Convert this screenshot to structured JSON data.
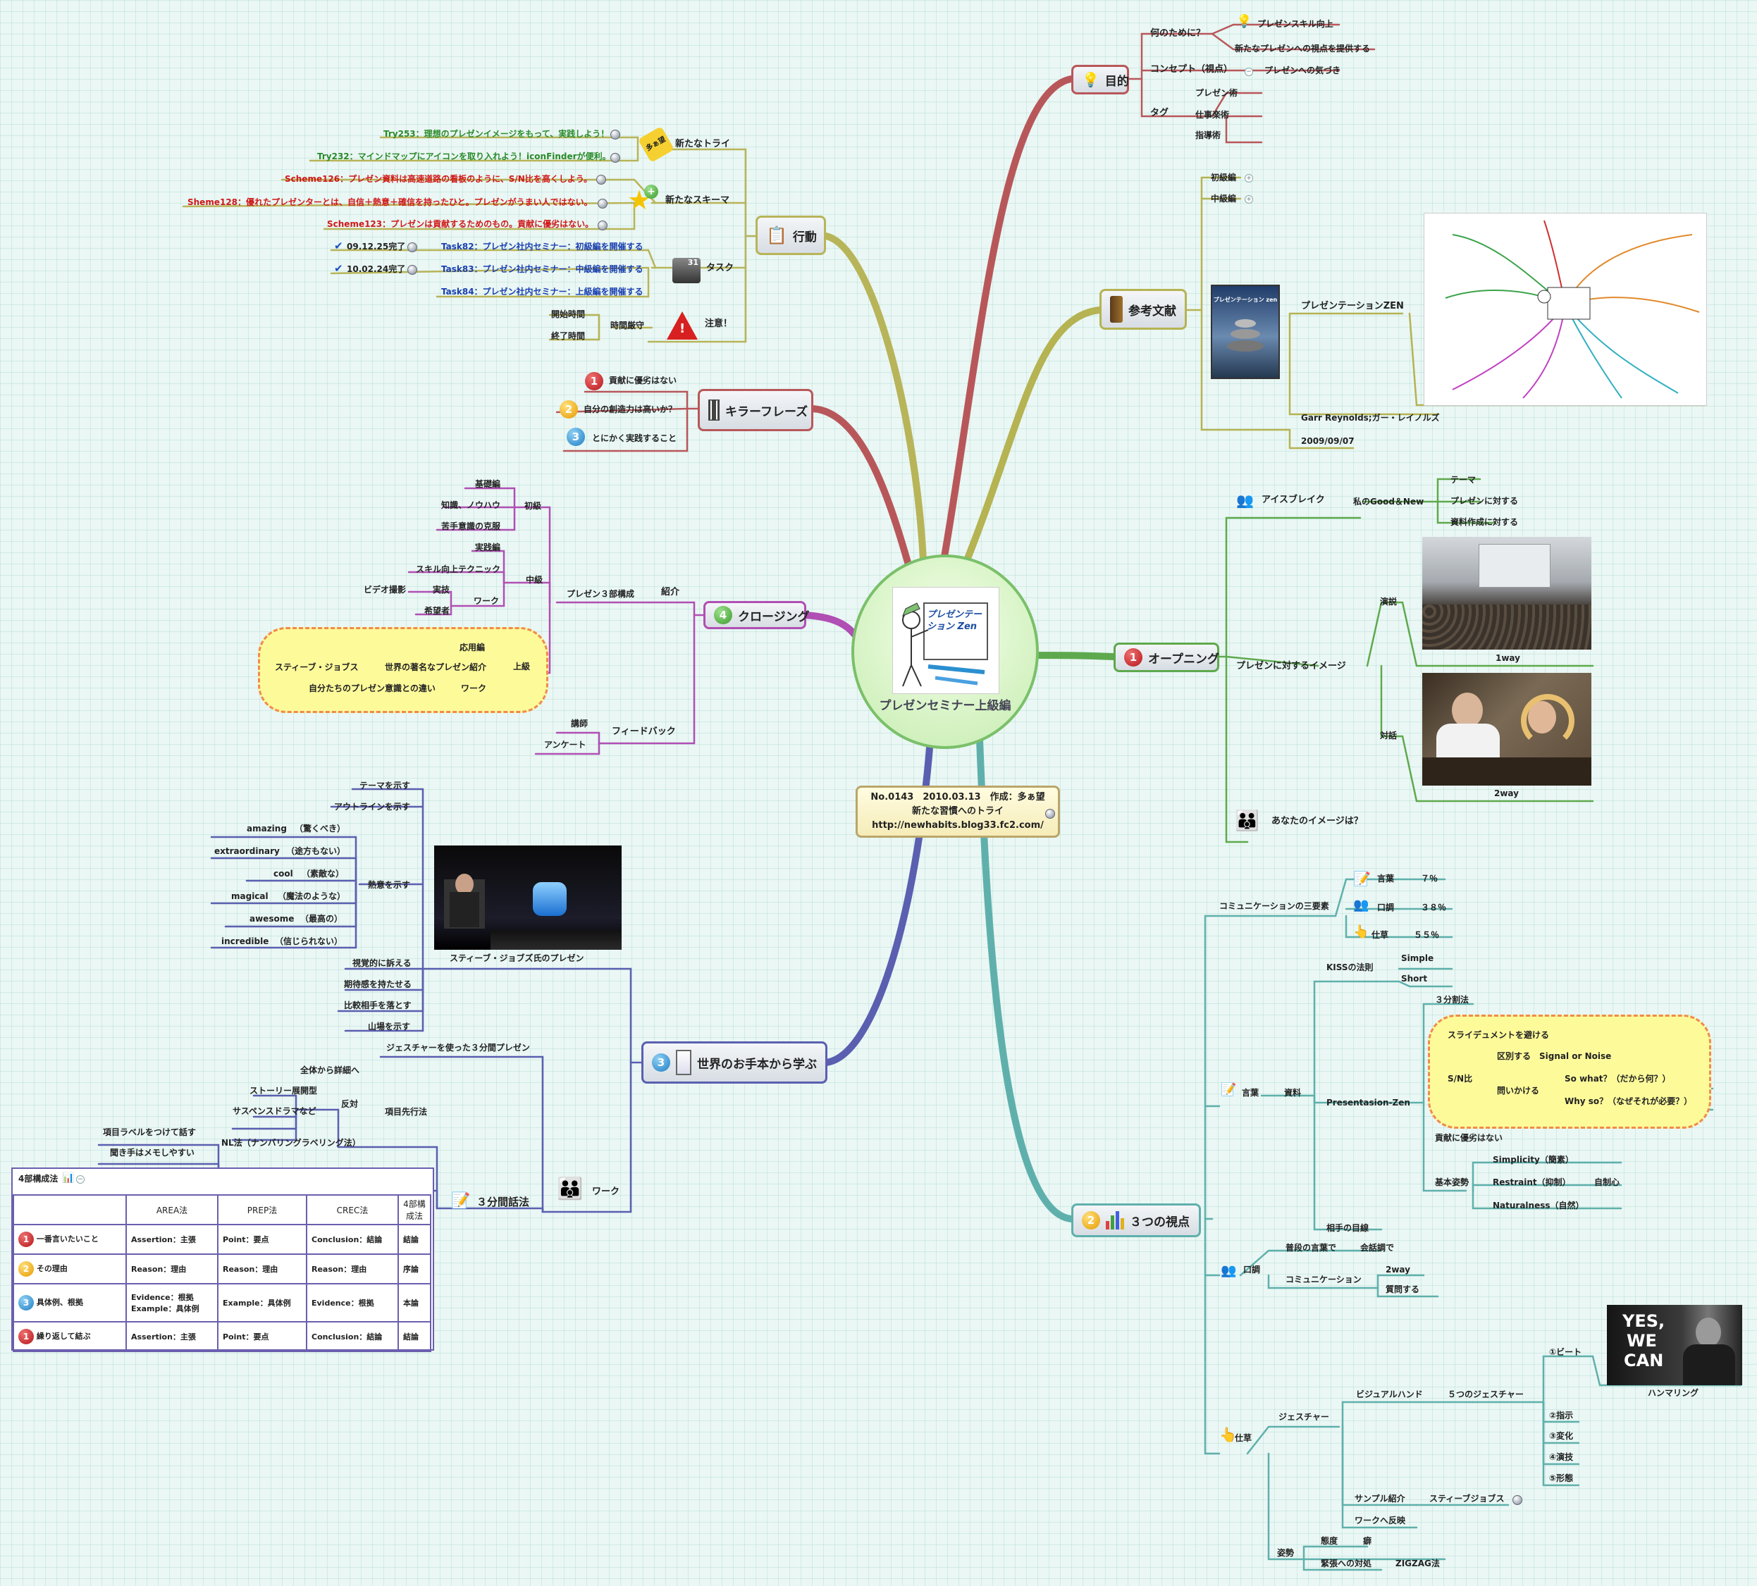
{
  "center": {
    "title": "プレゼンセミナー上級編",
    "image_text": "プレゼンテーション Zen"
  },
  "info_note": {
    "line1": "No.0143　2010.03.13　作成：多ぁ望",
    "line2": "新たな習慣へのトライ",
    "line3": "http://newhabits.blog33.fc2.com/"
  },
  "purpose": {
    "title": "目的",
    "why": "何のために？",
    "why_items": [
      "プレゼンスキル向上",
      "新たなプレゼンへの視点を提供する"
    ],
    "concept": "コンセプト（視点）",
    "concept_item": "プレゼンへの気づき",
    "tag": "タグ",
    "tag_items": [
      "プレゼン術",
      "仕事楽術",
      "指導術"
    ]
  },
  "references": {
    "title": "参考文献",
    "beginner": "初級編",
    "intermediate": "中級編",
    "book": "プレゼンテーションZEN",
    "author": "Garr Reynolds;ガー・レイノルズ",
    "date": "2009/09/07",
    "book_cover": "プレゼンテーション zen"
  },
  "opening": {
    "title": "オープニング",
    "icebreak": "アイスブレイク",
    "good_new": "私のGood＆New",
    "gn_items": [
      "テーマ",
      "プレゼンに対する",
      "資料作成に対する"
    ],
    "image": "プレゼンに対するイメージ",
    "speech": "演説",
    "oneway": "1way",
    "dialog": "対話",
    "twoway": "2way",
    "your_image": "あなたのイメージは？"
  },
  "three_views": {
    "title": "３つの視点",
    "comm_elements": "コミュニケーションの三要素",
    "words": "言葉",
    "words_pct": "７％",
    "tone": "口調",
    "tone_pct": "３８％",
    "gesture": "仕草",
    "gesture_pct": "５５％",
    "kotoba": "言葉",
    "material": "資料",
    "kiss": "KISSの法則",
    "simple": "Simple",
    "short": "Short",
    "three_min": "３分割法",
    "pzen": "Presentasion-Zen",
    "slide_doc": "スライデュメントを避ける",
    "distinguish": "区別する",
    "signal_noise": "Signal or Noise",
    "sn": "S/N比",
    "ask": "問いかける",
    "so_what": "So what？（だから何？）",
    "why_so": "Why so？（なぜそれが必要？）",
    "contribution": "貢献に優劣はない",
    "basic": "基本姿勢",
    "simplicity": "Simplicity（簡素）",
    "restraint": "Restraint（抑制）",
    "self_control": "自制心",
    "naturalness": "Naturalness（自然）",
    "eye_level": "相手の目線",
    "kucho": "口調",
    "usual_words": "普段の言葉で",
    "conversational": "会話調で",
    "communication": "コミュニケーション",
    "twoway": "2way",
    "question": "質問する",
    "shigusa": "仕草",
    "gesture_word": "ジェスチャー",
    "visual_hand": "ビジュアルハンド",
    "five_gestures": "５つのジェスチャー",
    "five_items": [
      "①ビート",
      "②指示",
      "③変化",
      "④演技",
      "⑤形態"
    ],
    "hammering": "ハンマリング",
    "yes_we_can": [
      "YES,",
      "WE",
      "CAN"
    ],
    "sample": "サンプル紹介",
    "jobs": "スティーブジョブス",
    "reflect": "ワークへ反映",
    "posture": "姿勢",
    "attitude": "態度",
    "habit": "癖",
    "nervous": "緊張への対処",
    "zigzag": "ZIGZAG法"
  },
  "action": {
    "title": "行動",
    "new_try": "新たなトライ",
    "try_items": [
      "Try253：理想のプレゼンイメージをもって、実践しよう！",
      "Try232：マインドマップにアイコンを取り入れよう！iconFinderが便利。"
    ],
    "new_scheme": "新たなスキーマ",
    "scheme_items": [
      "Scheme126：プレゼン資料は高速道路の看板のように、S/N比を高くしよう。",
      "Sheme128：優れたプレゼンターとは、自信＋熱意＋確信を持ったひと。プレゼンがうまい人ではない。",
      "Scheme123：プレゼンは貢献するためのもの。貢献に優劣はない。"
    ],
    "task": "タスク",
    "task_items": [
      {
        "done": "09.12.25完了",
        "text": "Task82：プレゼン社内セミナー：初級編を開催する"
      },
      {
        "done": "10.02.24完了",
        "text": "Task83：プレゼン社内セミナー：中級編を開催する"
      },
      {
        "done": "",
        "text": "Task84：プレゼン社内セミナー：上級編を開催する"
      }
    ],
    "caution": "注意！",
    "time_keep": "時間厳守",
    "start": "開始時間",
    "end": "終了時間",
    "badge": "多ぁ望"
  },
  "killer": {
    "title": "キラーフレーズ",
    "items": [
      "貢献に優劣はない",
      "自分の創造力は高いか？",
      "とにかく実践すること"
    ]
  },
  "closing": {
    "title": "クロージング",
    "intro": "紹介",
    "three_part": "プレゼン３部構成",
    "beginner": "初級",
    "beginner_items": [
      "基礎編",
      "知識、ノウハウ",
      "苦手意識の克服"
    ],
    "middle": "中級",
    "practice": "実践編",
    "skill": "スキル向上テクニック",
    "work": "ワーク",
    "acting": "実技",
    "video": "ビデオ撮影",
    "hope": "希望者",
    "advanced": "上級",
    "applied": "応用編",
    "famous": "世界の著名なプレゼン紹介",
    "jobs": "スティーブ・ジョブス",
    "work2": "ワーク",
    "own_diff": "自分たちのプレゼン意識との違い",
    "feedback": "フィードバック",
    "lecturer": "講師",
    "survey": "アンケート"
  },
  "world": {
    "title": "世界のお手本から学ぶ",
    "jobs_pres": "スティーブ・ジョブズ氏のプレゼン",
    "show_theme": "テーマを示す",
    "show_outline": "アウトラインを示す",
    "show_passion": "熱意を示す",
    "passion_words": [
      {
        "en": "amazing",
        "ja": "（驚くべき）"
      },
      {
        "en": "extraordinary",
        "ja": "（途方もない）"
      },
      {
        "en": "cool",
        "ja": "（素敵な）"
      },
      {
        "en": "magical",
        "ja": "（魔法のような）"
      },
      {
        "en": "awesome",
        "ja": "（最高の）"
      },
      {
        "en": "incredible",
        "ja": "（信じられない）"
      }
    ],
    "visual": "視覚的に訴える",
    "expect": "期待感を持たせる",
    "beat": "比較相手を落とす",
    "climax": "山場を示す",
    "work": "ワーク",
    "gesture_3min": "ジェスチャーを使った３分間プレゼン",
    "priority": "項目先行法",
    "detail": "全体から詳細へ",
    "oppose": "反対",
    "story": "ストーリー展開型",
    "suspense": "サスペンスドラマなど",
    "nl": "NL法（ナンバリングラベリング法）",
    "label": "項目ラベルをつけて話す",
    "memo": "聞き手はメモしやすい",
    "three_min": "３分間話法",
    "table_title": "4部構成法",
    "table_headers": [
      "",
      "AREA法",
      "PREP法",
      "CREC法",
      "4部構成法"
    ],
    "table_rows": [
      {
        "step": "一番言いたいこと",
        "area": "Assertion：主張",
        "prep": "Point：要点",
        "crec": "Conclusion：結論",
        "four": "結論"
      },
      {
        "step": "その理由",
        "area": "Reason：理由",
        "prep": "Reason：理由",
        "crec": "Reason：理由",
        "four": "序論"
      },
      {
        "step": "具体例、根拠",
        "area": "Evidence：根拠\nExample：具体例",
        "prep": "Example：具体例",
        "crec": "Evidence：根拠",
        "four": "本論"
      },
      {
        "step": "繰り返して結ぶ",
        "area": "Assertion：主張",
        "prep": "Point：要点",
        "crec": "Conclusion：結論",
        "four": "結論"
      }
    ]
  },
  "colors": {
    "purpose": "#b8575a",
    "references": "#b5b352",
    "opening": "#5ea94e",
    "views": "#5fb0ac",
    "action": "#b8b459",
    "killer": "#b8575a",
    "closing": "#b04fb4",
    "world": "#5a5fb0"
  }
}
